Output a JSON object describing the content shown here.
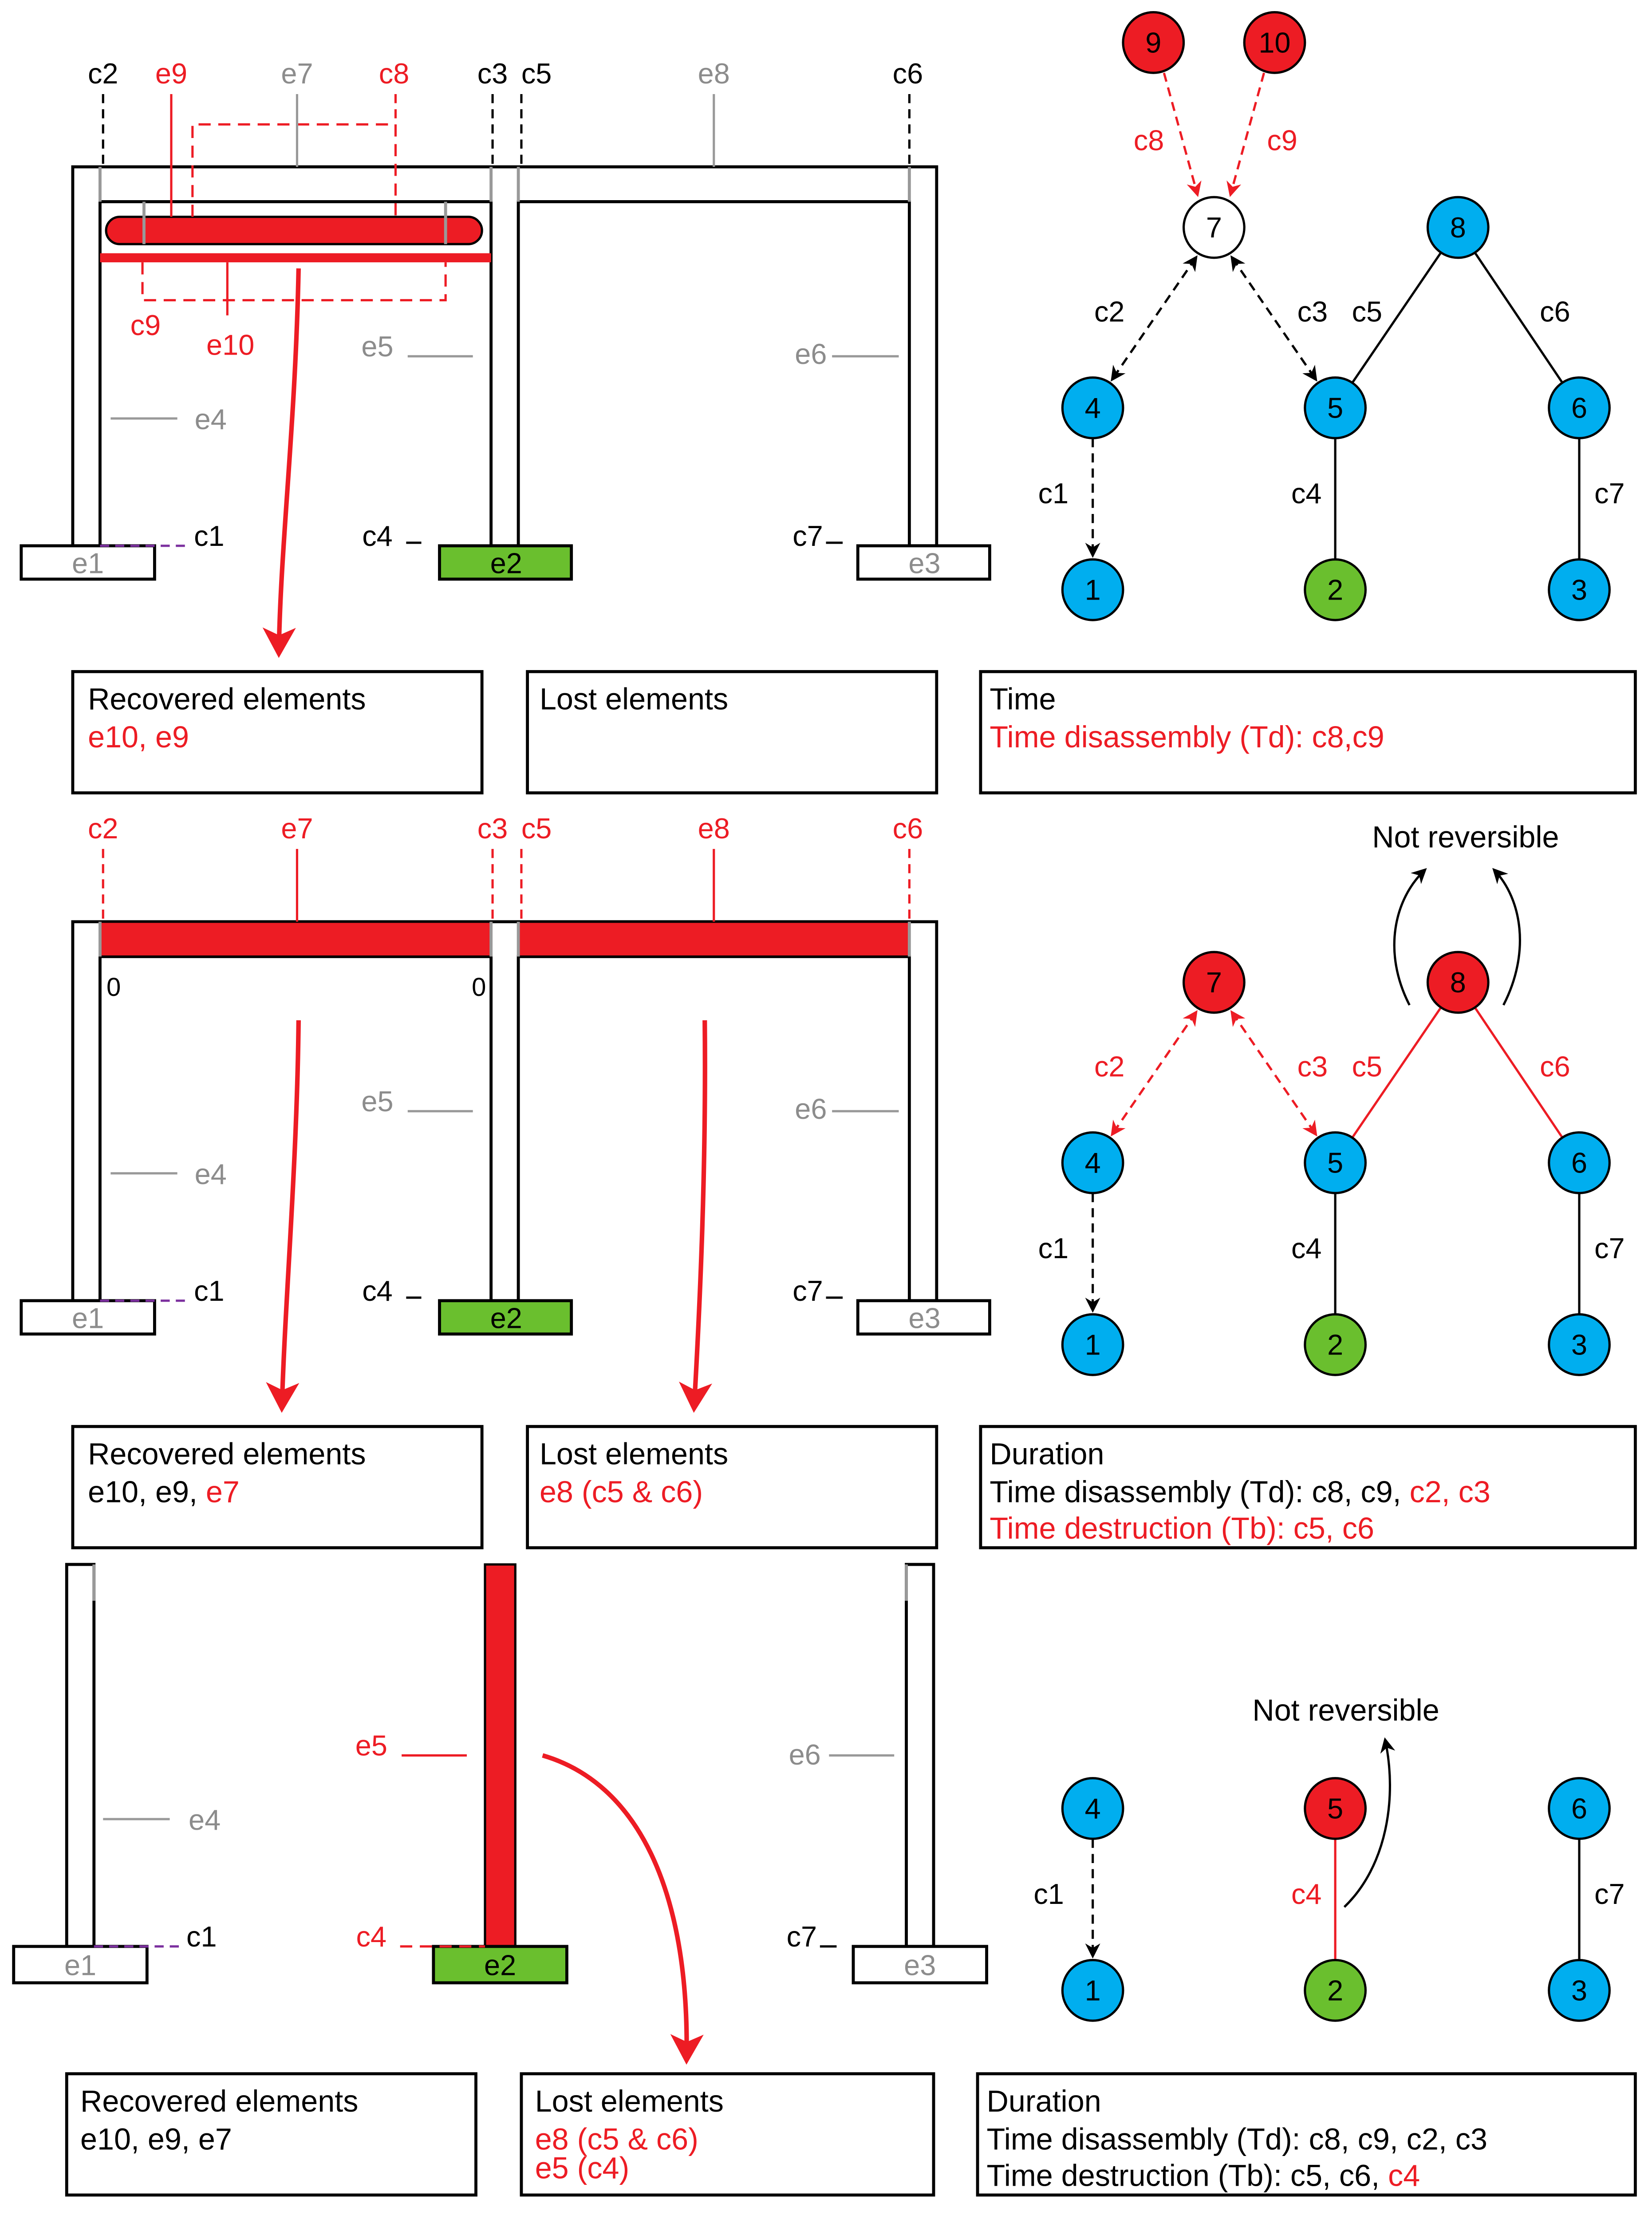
{
  "colors": {
    "red": "#ed1c24",
    "blue": "#00aeef",
    "green": "#6abf2e",
    "gray": "#8c8c8c",
    "purple": "#7b2f9e"
  },
  "stage1": {
    "labels": {
      "c2": "c2",
      "e9": "e9",
      "e7": "e7",
      "c8": "c8",
      "c3": "c3",
      "c5": "c5",
      "e8": "e8",
      "c6": "c6",
      "c9": "c9",
      "e10": "e10",
      "e5": "e5",
      "e6": "e6",
      "e4": "e4",
      "c1": "c1",
      "c4": "c4",
      "c7": "c7",
      "e1": "e1",
      "e2": "e2",
      "e3": "e3"
    },
    "graph": {
      "nodes": {
        "n1": "1",
        "n2": "2",
        "n3": "3",
        "n4": "4",
        "n5": "5",
        "n6": "6",
        "n7": "7",
        "n8": "8",
        "n9": "9",
        "n10": "10"
      },
      "edges": {
        "c1": "c1",
        "c2": "c2",
        "c3": "c3",
        "c4": "c4",
        "c5": "c5",
        "c6": "c6",
        "c7": "c7",
        "c8": "c8",
        "c9": "c9"
      }
    },
    "boxes": {
      "recovered": {
        "title": "Recovered elements",
        "line1_red": "e10, e9"
      },
      "lost": {
        "title": "Lost elements"
      },
      "time": {
        "title": "Time",
        "line1_red": "Time disassembly (Td): c8,c9"
      }
    }
  },
  "stage2": {
    "labels": {
      "c2": "c2",
      "e7": "e7",
      "c3": "c3",
      "c5": "c5",
      "e8": "e8",
      "c6": "c6",
      "zero": "0",
      "e5": "e5",
      "e6": "e6",
      "e4": "e4",
      "c1": "c1",
      "c4": "c4",
      "c7": "c7",
      "e1": "e1",
      "e2": "e2",
      "e3": "e3"
    },
    "graph": {
      "nodes": {
        "n1": "1",
        "n2": "2",
        "n3": "3",
        "n4": "4",
        "n5": "5",
        "n6": "6",
        "n7": "7",
        "n8": "8"
      },
      "edges": {
        "c1": "c1",
        "c2": "c2",
        "c3": "c3",
        "c4": "c4",
        "c5": "c5",
        "c6": "c6",
        "c7": "c7"
      },
      "note": "Not reversible"
    },
    "boxes": {
      "recovered": {
        "title": "Recovered elements",
        "line1_black": "e10, e9, ",
        "line1_red": "e7"
      },
      "lost": {
        "title": "Lost elements",
        "line1_red": "e8 (c5 & c6)"
      },
      "duration": {
        "title": "Duration",
        "line1_black": "Time disassembly (Td): c8, c9, ",
        "line1_red": "c2, c3",
        "line2_red": "Time destruction (Tb): c5, c6"
      }
    }
  },
  "stage3": {
    "labels": {
      "e5": "e5",
      "e6": "e6",
      "e4": "e4",
      "c1": "c1",
      "c4": "c4",
      "c7": "c7",
      "e1": "e1",
      "e2": "e2",
      "e3": "e3"
    },
    "graph": {
      "nodes": {
        "n1": "1",
        "n2": "2",
        "n3": "3",
        "n4": "4",
        "n5": "5",
        "n6": "6"
      },
      "edges": {
        "c1": "c1",
        "c4": "c4",
        "c7": "c7"
      },
      "note": "Not reversible"
    },
    "boxes": {
      "recovered": {
        "title": "Recovered elements",
        "line1": "e10, e9, e7"
      },
      "lost": {
        "title": "Lost elements",
        "line1_red": "e8 (c5 & c6)",
        "line2_red": "e5 (c4)"
      },
      "duration": {
        "title": "Duration",
        "line1": "Time disassembly (Td): c8, c9, c2, c3",
        "line2_black": "Time destruction (Tb): c5, c6, ",
        "line2_red": "c4"
      }
    }
  }
}
